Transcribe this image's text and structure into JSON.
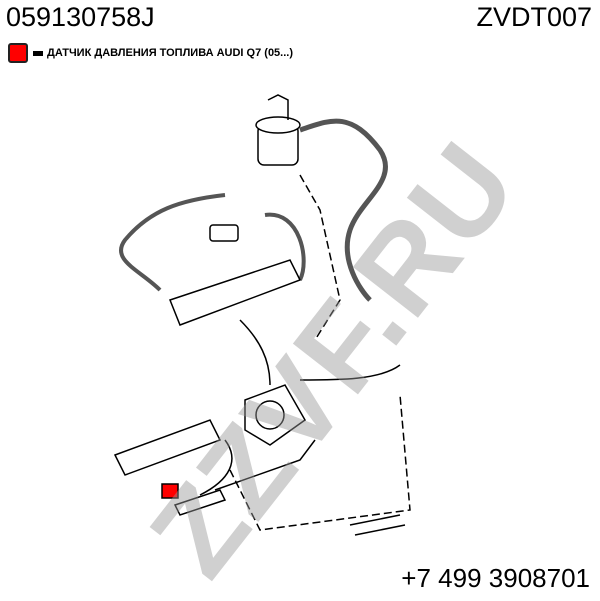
{
  "header": {
    "part_number": "059130758J",
    "code": "ZVDT007"
  },
  "legend": {
    "color": "#ff0000",
    "label": "ДАТЧИК ДАВЛЕНИЯ ТОПЛИВА AUDI Q7 (05...)"
  },
  "watermark": "ZZVF.RU",
  "footer": {
    "phone": "+7 499 3908701"
  }
}
